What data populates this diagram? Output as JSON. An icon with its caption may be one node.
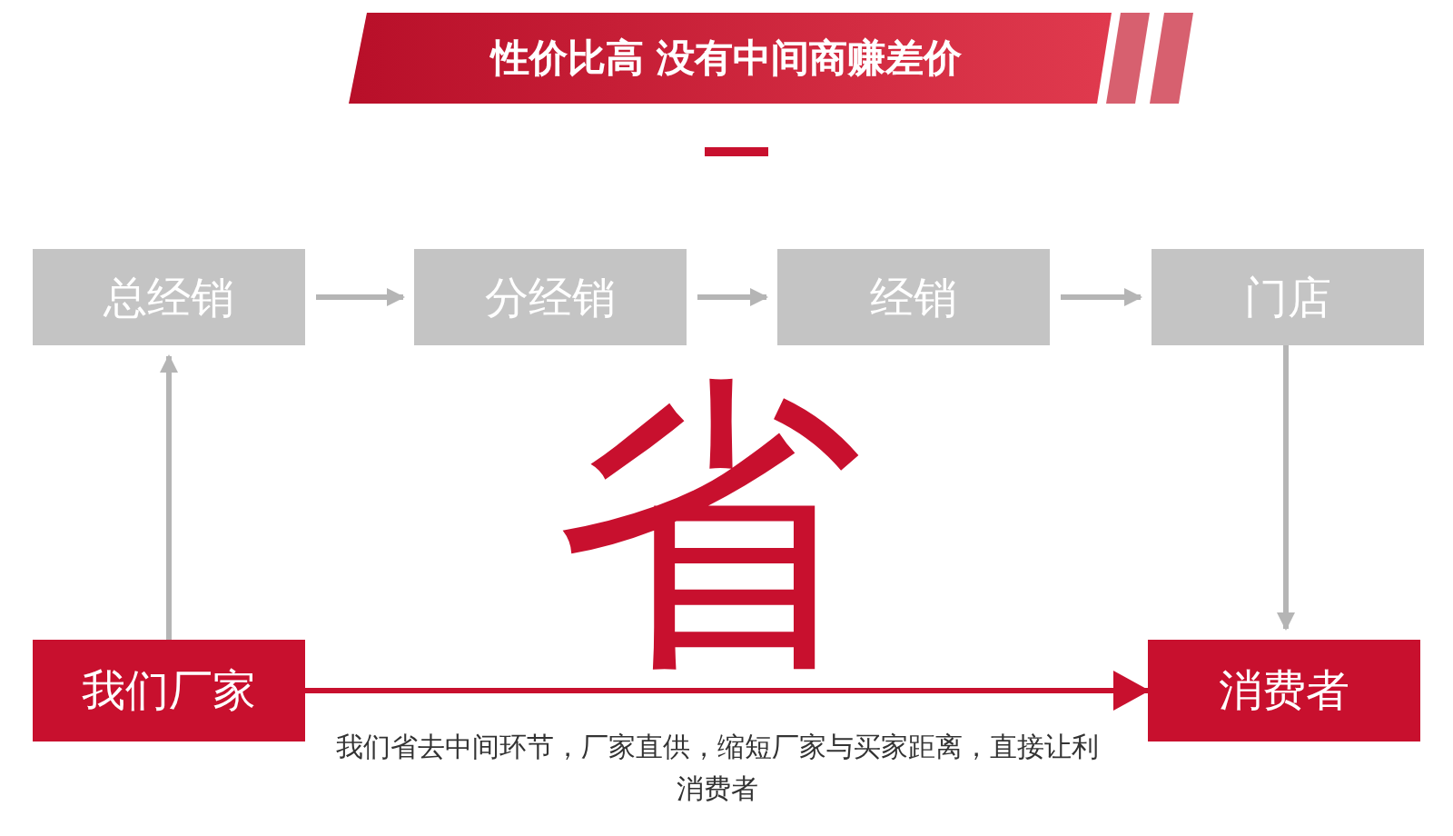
{
  "diagram": {
    "title": "性价比高 没有中间商赚差价",
    "nodes": [
      {
        "text": [
          "总经销"
        ]
      },
      {
        "text": [
          "分经销"
        ]
      },
      {
        "text": [
          "经销"
        ]
      },
      {
        "text": [
          "门店"
        ]
      },
      {
        "text": [
          "我们厂家"
        ]
      },
      {
        "text": [
          "消费者"
        ]
      }
    ],
    "edges": [
      {
        "from": 0,
        "to": 1,
        "arrow": "to"
      },
      {
        "from": 1,
        "to": 2,
        "arrow": "to"
      },
      {
        "from": 2,
        "to": 3,
        "arrow": "to"
      },
      {
        "from": 4,
        "to": 0,
        "arrow": "to"
      },
      {
        "from": 3,
        "to": 5,
        "arrow": "to"
      },
      {
        "from": 4,
        "to": 5,
        "arrow": "to",
        "color": "#c8102e"
      }
    ],
    "labels": [
      "省",
      "我们省去中间环节，厂家直供，缩短厂家与买家距离，直接让利消费者"
    ]
  }
}
